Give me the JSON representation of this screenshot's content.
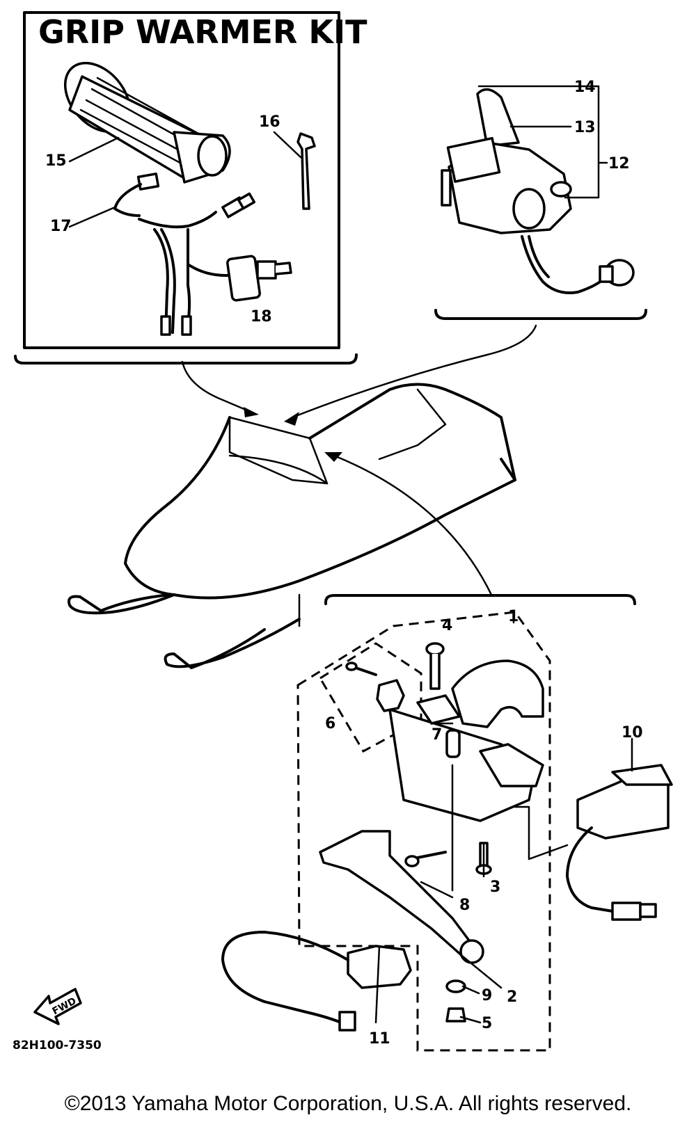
{
  "kit_title": "GRIP WARMER KIT",
  "diagram_code": "82H100-7350",
  "fwd_label": "FWD",
  "copyright": "©2013 Yamaha Motor Corporation, U.S.A. All rights reserved.",
  "callouts": {
    "c1": "1",
    "c2": "2",
    "c3": "3",
    "c4": "4",
    "c5": "5",
    "c6": "6",
    "c7": "7",
    "c8": "8",
    "c9": "9",
    "c10": "10",
    "c11": "11",
    "c12": "12",
    "c13": "13",
    "c14": "14",
    "c15": "15",
    "c16": "16",
    "c17": "17",
    "c18": "18"
  }
}
